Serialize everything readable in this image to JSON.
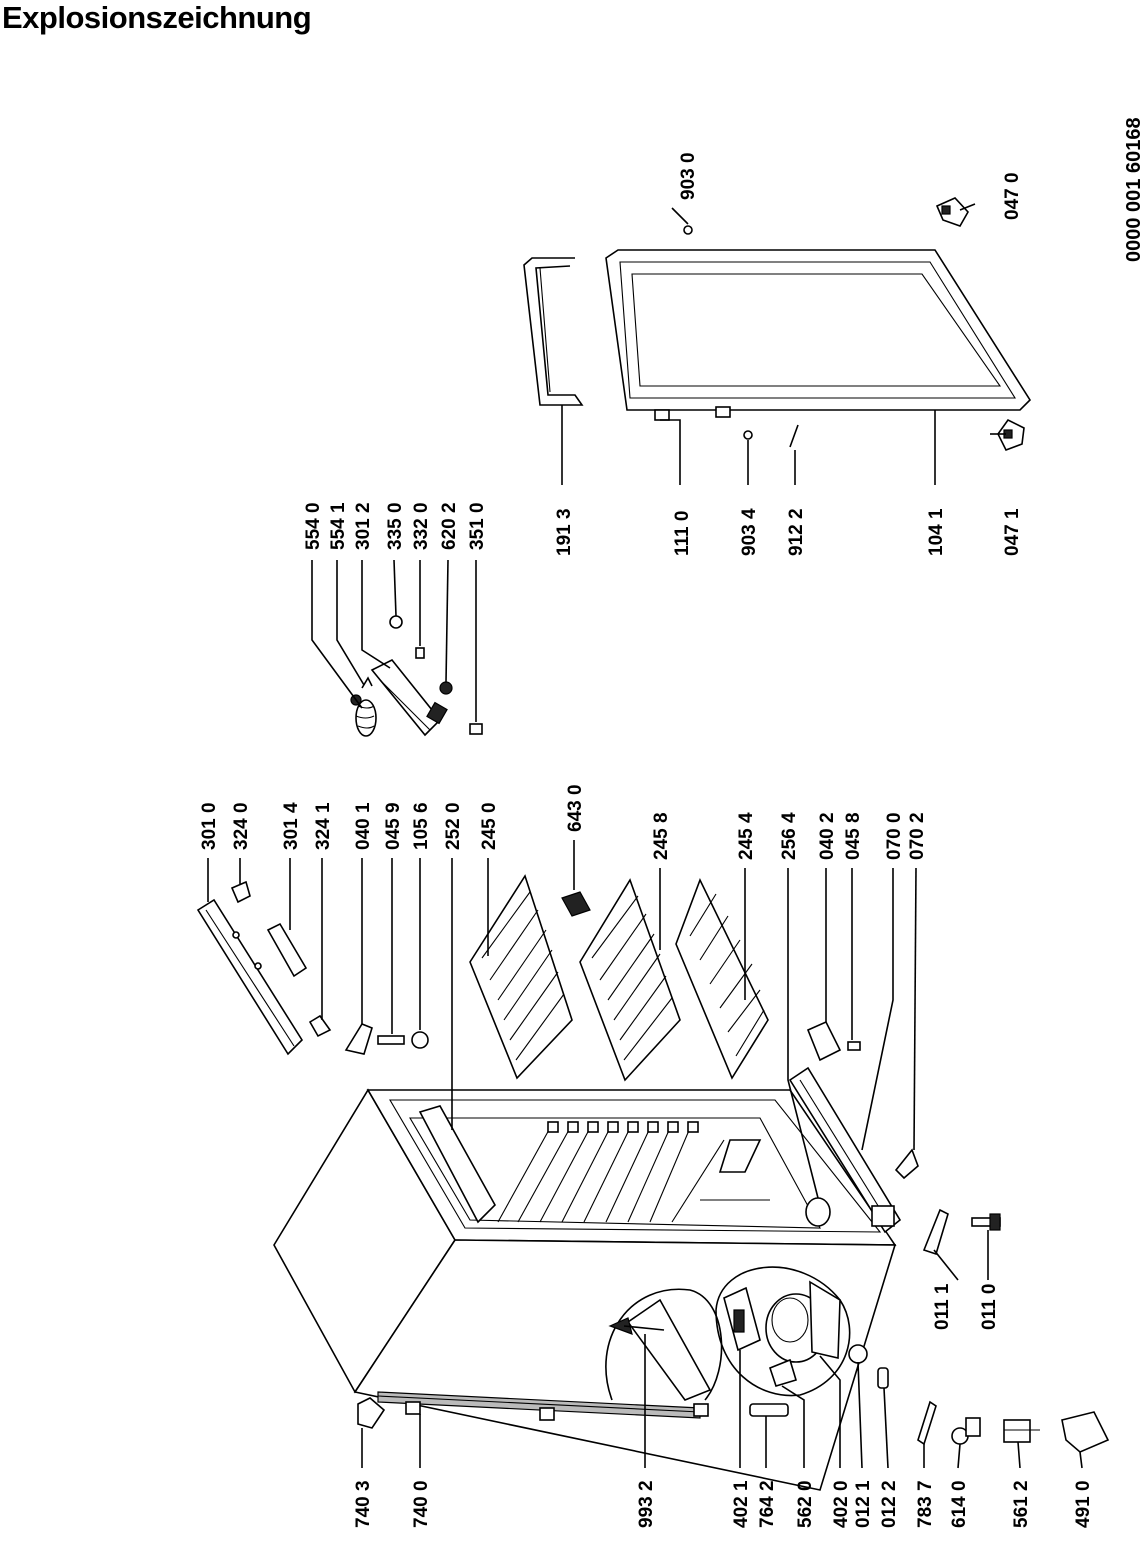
{
  "title": "Explosionszeichnung",
  "document_number": "0000 001 60168",
  "part_labels": {
    "p9030": "903 0",
    "p0470": "047 0",
    "p0471": "047 1",
    "p1041": "104 1",
    "p9122": "912 2",
    "p9034": "903 4",
    "p1110": "111 0",
    "p1913": "191 3",
    "p5540": "554 0",
    "p5541": "554 1",
    "p3012": "301 2",
    "p3350": "335 0",
    "p3320": "332 0",
    "p6202": "620 2",
    "p3510": "351 0",
    "p3010": "301 0",
    "p3240": "324 0",
    "p3014": "301 4",
    "p3241": "324 1",
    "p0401": "040 1",
    "p0459": "045 9",
    "p1056": "105 6",
    "p2520": "252 0",
    "p2450": "245 0",
    "p6430": "643 0",
    "p2458": "245 8",
    "p2454": "245 4",
    "p2564": "256 4",
    "p0402": "040 2",
    "p0458": "045 8",
    "p0700": "070 0",
    "p0702": "070 2",
    "p0111": "011 1",
    "p0110": "011 0",
    "p7403": "740 3",
    "p7400": "740 0",
    "p9932": "993 2",
    "p4021": "402 1",
    "p7642": "764 2",
    "p5620": "562 0",
    "p4020": "402 0",
    "p0121": "012 1",
    "p0122": "012 2",
    "p7837": "783 7",
    "p6140": "614 0",
    "p5612": "561 2",
    "p4910": "491 0"
  }
}
